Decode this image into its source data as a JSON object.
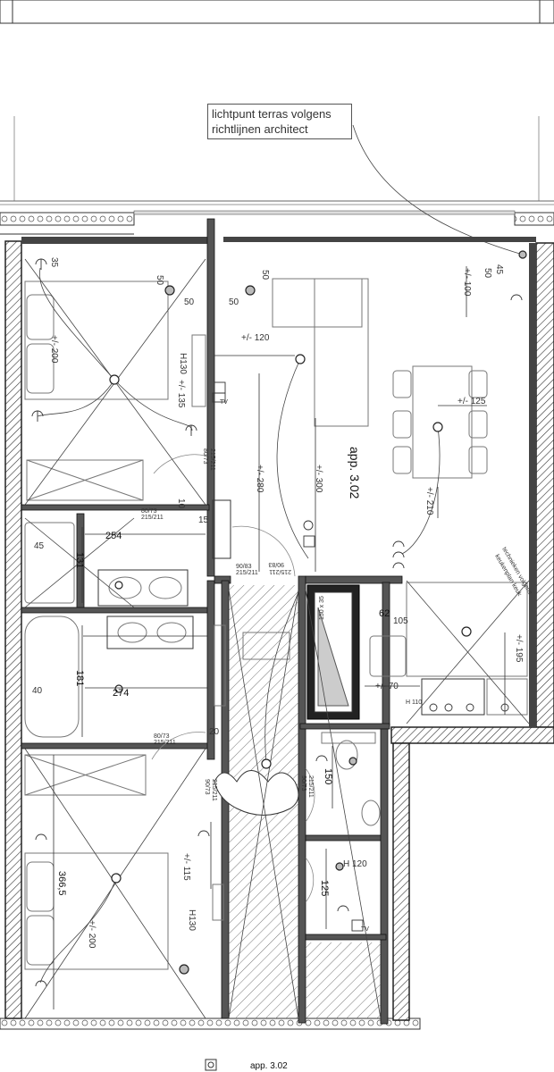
{
  "drawing": {
    "callout": {
      "line1": "lichtpunt terras volgens",
      "line2": "richtlijnen architect"
    },
    "apartment_label": "app. 3.02",
    "footer_label": "app. 3.02",
    "kitchen_note": {
      "line1": "technieken volgens",
      "line2": "keukenplan keuk"
    },
    "dimensions": {
      "d254": "254",
      "d131": "131",
      "d274": "274",
      "d181": "181",
      "d366": "366,5",
      "d62": "62",
      "d150": "150",
      "d125": "125",
      "d45a": "45",
      "d45b": "45",
      "d40": "40",
      "d50a": "50",
      "d50b": "50",
      "d50c": "50",
      "d50d": "50",
      "d50e": "50",
      "d105": "105",
      "d35": "35",
      "d15": "15",
      "d10": "10",
      "d20": "20",
      "h130a": "H130",
      "h130b": "H130",
      "h110": "H 110",
      "h120": "H 120",
      "pm120": "+/- 120",
      "pm125": "+/- 125",
      "pm100": "+/- 100",
      "pm200a": "+/- 200",
      "pm135": "+/- 135",
      "pm280": "+/- 280",
      "pm300": "+/- 300",
      "pm210": "+/- 210",
      "pm195": "+/- 195",
      "pm70": "+/- 70",
      "pm115": "+/- 115",
      "pm200b": "+/- 200",
      "door1": "90/83",
      "door2": "215/211",
      "door3": "80/73",
      "door4": "215/211",
      "door5": "90/83",
      "door6": "215/211",
      "door7": "80/73",
      "door8": "215/211",
      "door9": "80/73",
      "door10": "215/211",
      "door11": "90/73",
      "door12": "215/211",
      "door13": "90/73",
      "door14": "215/211",
      "shaft": "150 x 35",
      "tv1": "TV",
      "tv2": "TV"
    }
  }
}
